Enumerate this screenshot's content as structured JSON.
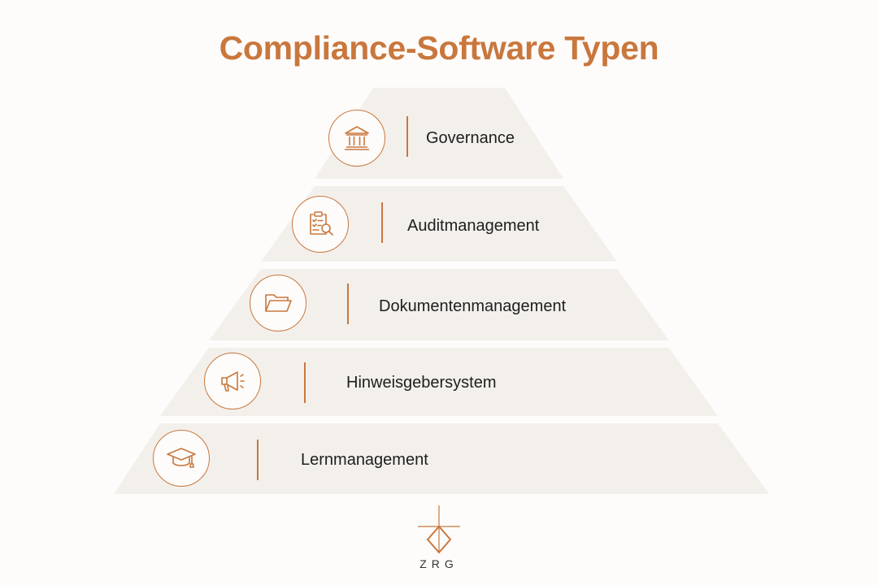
{
  "title": "Compliance-Software Typen",
  "colors": {
    "accent": "#c9773d",
    "tier_fill": "#f3f0ec",
    "background": "#fdfcfb"
  },
  "tiers": [
    {
      "label": "Governance",
      "icon": "bank-icon"
    },
    {
      "label": "Auditmanagement",
      "icon": "clipboard-search-icon"
    },
    {
      "label": "Dokumentenmanagement",
      "icon": "folder-icon"
    },
    {
      "label": "Hinweisgebersystem",
      "icon": "megaphone-icon"
    },
    {
      "label": "Lernmanagement",
      "icon": "graduation-cap-icon"
    }
  ],
  "logo": {
    "text": "ZRG"
  }
}
